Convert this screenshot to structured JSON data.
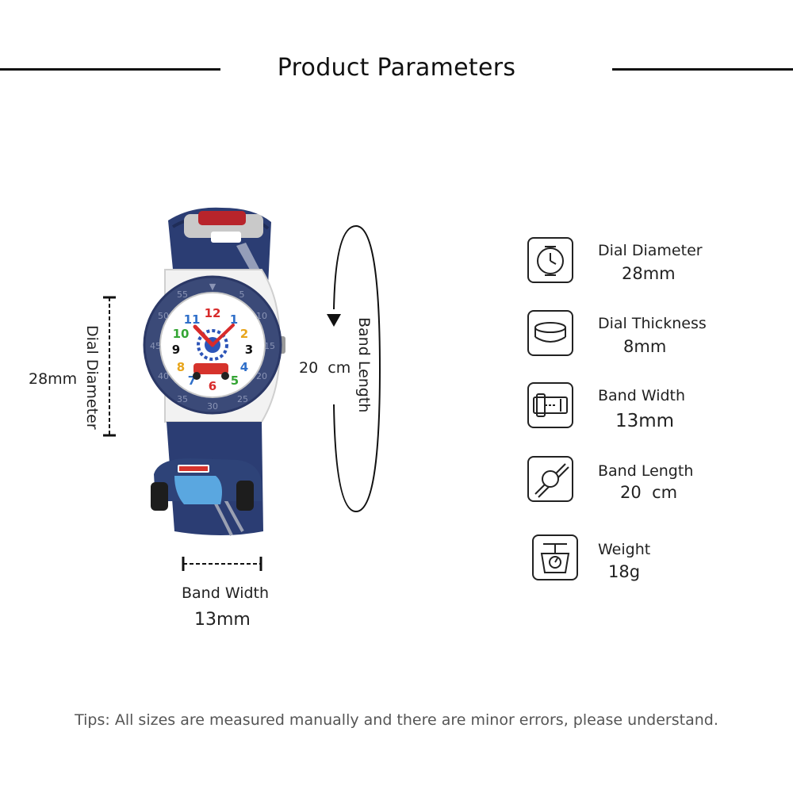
{
  "header": {
    "title": "Product Parameters"
  },
  "watch_dimensions": {
    "dial_diameter_label": "Dial Diameter",
    "dial_diameter_value": "28mm",
    "band_length_label": "Band Length",
    "band_length_value": "20  cm",
    "band_width_label": "Band Width",
    "band_width_value": "13mm"
  },
  "specs": [
    {
      "label": "Dial Diameter",
      "value": "28mm",
      "icon": "watch-face-icon"
    },
    {
      "label": "Dial Thickness",
      "value": "8mm",
      "icon": "dial-thickness-icon"
    },
    {
      "label": "Band Width",
      "value": "13mm",
      "icon": "band-buckle-icon"
    },
    {
      "label": "Band Length",
      "value": "20  cm",
      "icon": "band-length-icon"
    },
    {
      "label": "Weight",
      "value": "18g",
      "icon": "scale-icon"
    }
  ],
  "watch_dial_numbers": [
    "12",
    "1",
    "2",
    "3",
    "4",
    "5",
    "6",
    "7",
    "8",
    "9",
    "10",
    "11"
  ],
  "watch_bezel_numbers": [
    "55",
    "5",
    "10",
    "15",
    "20",
    "25",
    "30",
    "35",
    "40",
    "45",
    "50"
  ],
  "colors": {
    "band": "#2b3d73",
    "band_dark": "#1f2d58",
    "bezel": "#3b4a78",
    "case": "#f2f2f2"
  },
  "footer": {
    "tips": "Tips: All sizes are measured manually and there are minor errors, please understand."
  }
}
